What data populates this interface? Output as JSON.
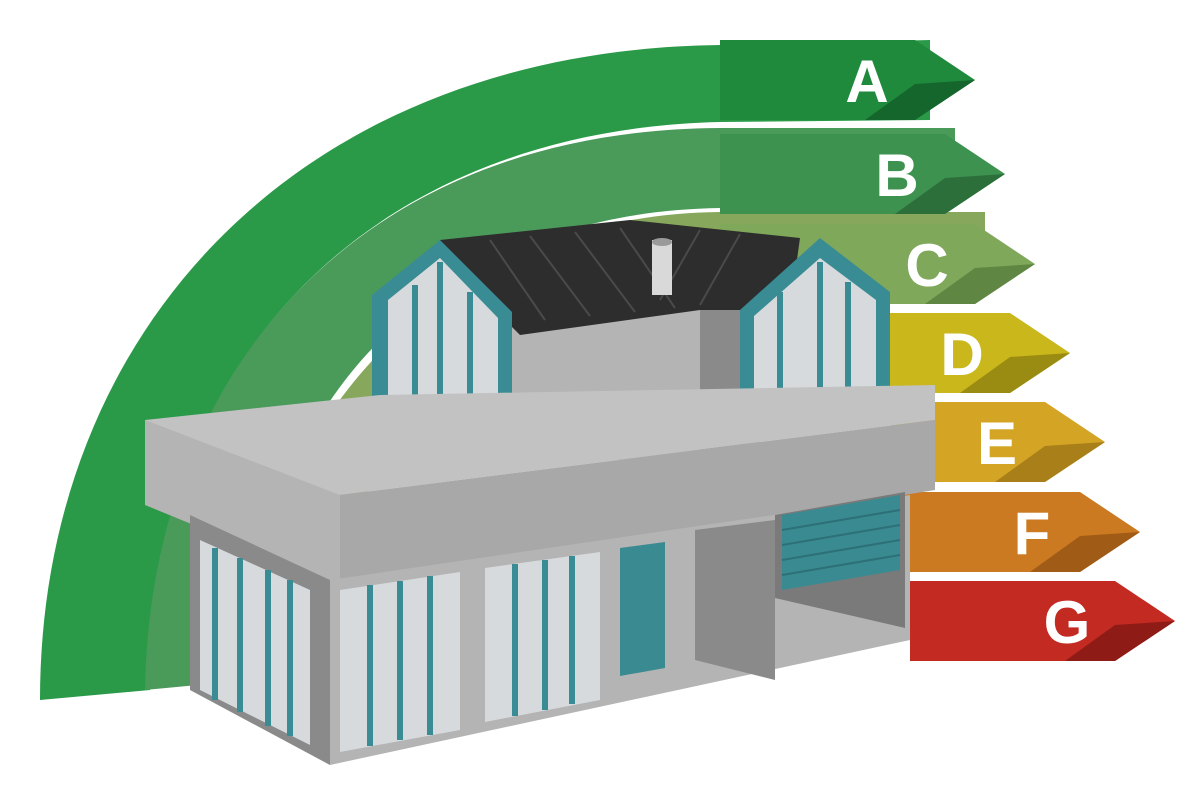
{
  "energy_classes": [
    {
      "letter": "A",
      "color": "#1f8a3c",
      "side": "#15662c"
    },
    {
      "letter": "B",
      "color": "#3d9250",
      "side": "#2c6f3b"
    },
    {
      "letter": "C",
      "color": "#7fa85a",
      "side": "#5f8642"
    },
    {
      "letter": "D",
      "color": "#c9b71c",
      "side": "#9a8c12"
    },
    {
      "letter": "E",
      "color": "#d4a425",
      "side": "#a87f18"
    },
    {
      "letter": "F",
      "color": "#cc7a22",
      "side": "#a05b16"
    },
    {
      "letter": "G",
      "color": "#c22a22",
      "side": "#8f1b16"
    }
  ],
  "arc_colors": {
    "outer": "#2a9a48",
    "middle": "#4a9a5a",
    "inner": "#87a85c"
  },
  "house_colors": {
    "wall": "#b4b4b4",
    "wall_dark": "#8a8a8a",
    "roof": "#2d2d2d",
    "frame": "#3a8c94",
    "glass": "#d6dadd",
    "garage": "#3a8a92"
  }
}
